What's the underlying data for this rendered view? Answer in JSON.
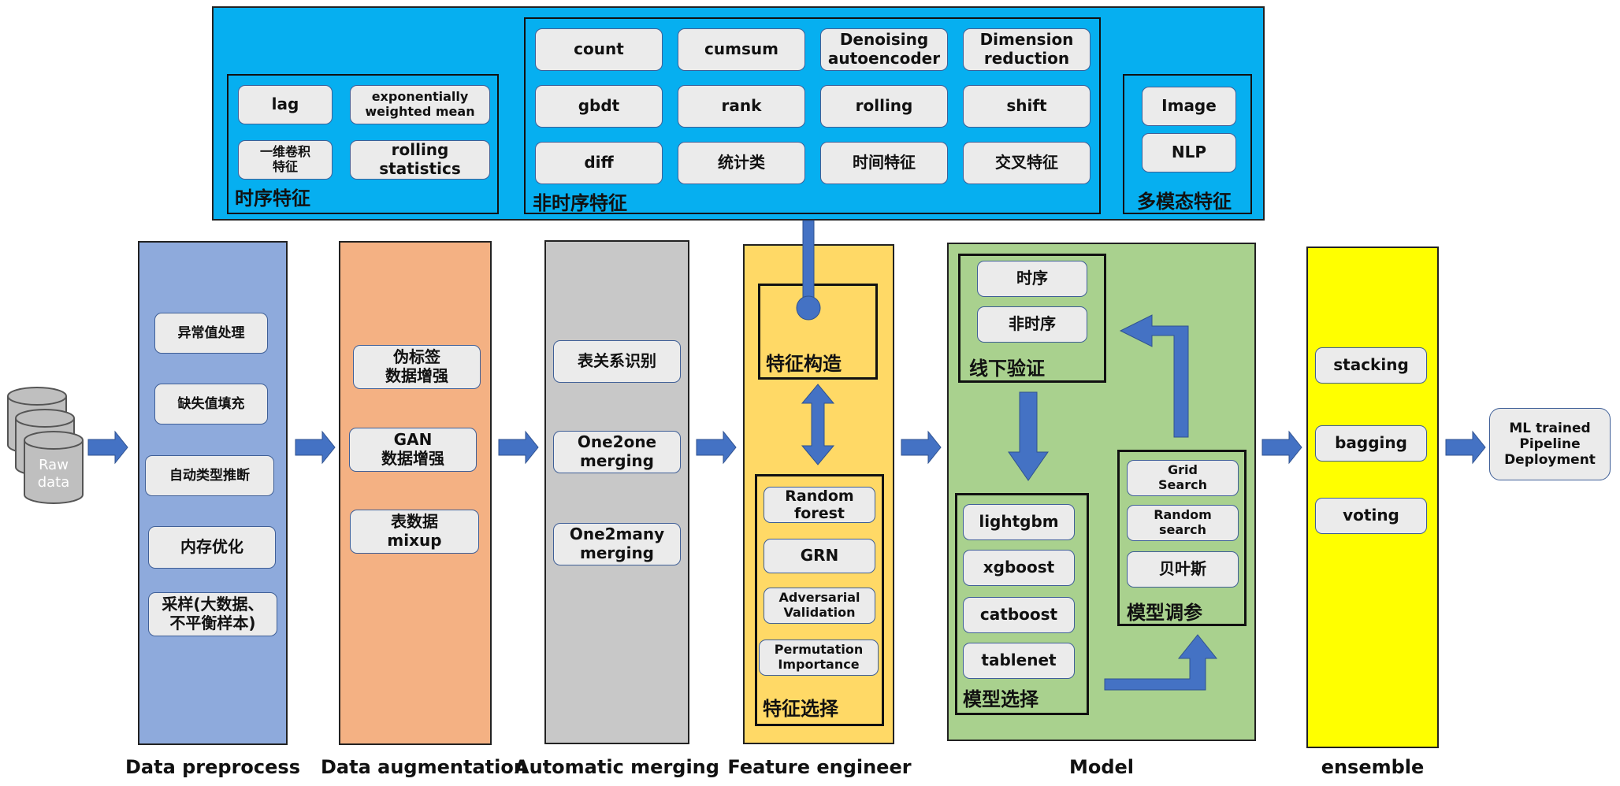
{
  "colors": {
    "top_panel": "#06aff0",
    "preprocess": "#8eaadc",
    "augmentation": "#f4b183",
    "merging": "#c8c8c8",
    "feature": "#ffd966",
    "model": "#a9d18e",
    "ensemble": "#ffff00",
    "arrow": "#4472c4"
  },
  "top": {
    "time_series": {
      "title": "时序特征",
      "items": [
        "lag",
        "exponentially\nweighted mean",
        "一维卷积\n特征",
        "rolling\nstatistics"
      ]
    },
    "non_time_series": {
      "title": "非时序特征",
      "items": [
        "count",
        "cumsum",
        "Denoising\nautoencoder",
        "Dimension\nreduction",
        "gbdt",
        "rank",
        "rolling",
        "shift",
        "diff",
        "统计类",
        "时间特征",
        "交叉特征"
      ]
    },
    "multimodal": {
      "title": "多模态特征",
      "items": [
        "Image",
        "NLP"
      ]
    }
  },
  "raw_data": "Raw\ndata",
  "preprocess": {
    "label": "Data preprocess",
    "items": [
      "异常值处理",
      "缺失值填充",
      "自动类型推断",
      "内存优化",
      "采样(大数据、\n不平衡样本)"
    ]
  },
  "augmentation": {
    "label": "Data augmentation",
    "items": [
      "伪标签\n数据增强",
      "GAN\n数据增强",
      "表数据\nmixup"
    ]
  },
  "merging": {
    "label": "Automatic merging",
    "items": [
      "表关系识别",
      "One2one\nmerging",
      "One2many\nmerging"
    ]
  },
  "feature": {
    "label": "Feature engineer",
    "construct_title": "特征构造",
    "select_title": "特征选择",
    "select_items": [
      "Random\nforest",
      "GRN",
      "Adversarial\nValidation",
      "Permutation\nImportance"
    ]
  },
  "model": {
    "label": "Model",
    "validation_title": "线下验证",
    "validation_items": [
      "时序",
      "非时序"
    ],
    "selection_title": "模型选择",
    "selection_items": [
      "lightgbm",
      "xgboost",
      "catboost",
      "tablenet"
    ],
    "tuning_title": "模型调参",
    "tuning_items": [
      "Grid\nSearch",
      "Random\nsearch",
      "贝叶斯"
    ]
  },
  "ensemble": {
    "label": "ensemble",
    "items": [
      "stacking",
      "bagging",
      "voting"
    ]
  },
  "deployment": "ML trained\nPipeline\nDeployment"
}
